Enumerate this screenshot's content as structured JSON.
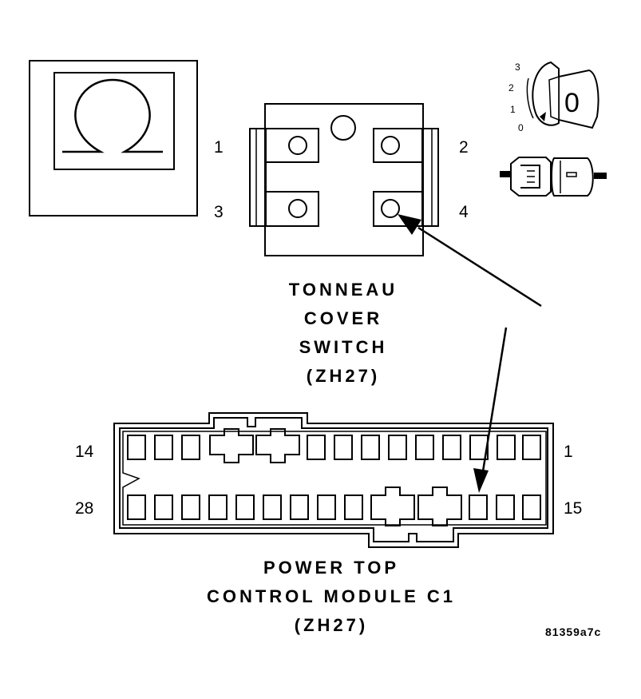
{
  "symbol_box": {
    "icon": "omega-symbol-icon"
  },
  "switch_connector": {
    "pin_labels": {
      "p1": "1",
      "p2": "2",
      "p3": "3",
      "p4": "4"
    },
    "caption": {
      "line1": "TONNEAU",
      "line2": "COVER",
      "line3": "SWITCH",
      "line4": "(ZH27)"
    }
  },
  "key_icon": {
    "positions": {
      "p3": "3",
      "p2": "2",
      "p1": "1",
      "p0": "0"
    },
    "glyph": "0"
  },
  "module_connector": {
    "pin_labels": {
      "top_left": "14",
      "top_right": "1",
      "bottom_left": "28",
      "bottom_right": "15"
    },
    "caption": {
      "line1": "POWER TOP",
      "line2": "CONTROL MODULE C1",
      "line3": "(ZH27)"
    }
  },
  "figure_id": "81359a7c",
  "colors": {
    "line": "#000000",
    "background": "#ffffff"
  }
}
